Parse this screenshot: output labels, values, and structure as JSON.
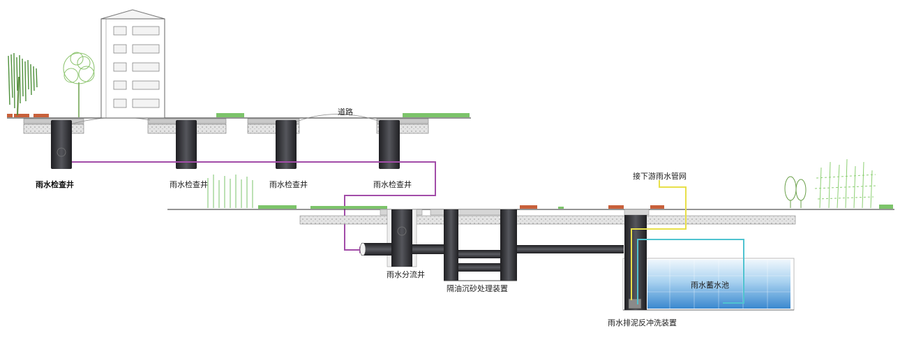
{
  "labels": {
    "road": "道路",
    "inspection_well_1": "雨水检查井",
    "inspection_well_2": "雨水检查井",
    "inspection_well_3": "雨水检查井",
    "inspection_well_4": "雨水检查井",
    "diversion_well": "雨水分流井",
    "oil_sand_separator": "隔油沉砂处理装置",
    "storage_tank": "雨水蓄水池",
    "downstream_network": "接下游雨水管网",
    "backwash_device": "雨水排泥反冲洗装置"
  },
  "colors": {
    "pipe_purple": "#a24ca8",
    "pipe_yellow": "#e8e04a",
    "pipe_cyan": "#4fc3d0",
    "pipe_dark": "#2f2f33",
    "water_top": "#e6f2fb",
    "water_bottom": "#3c8fd4",
    "grass": "#7cc46a",
    "flower": "#c8603a"
  }
}
